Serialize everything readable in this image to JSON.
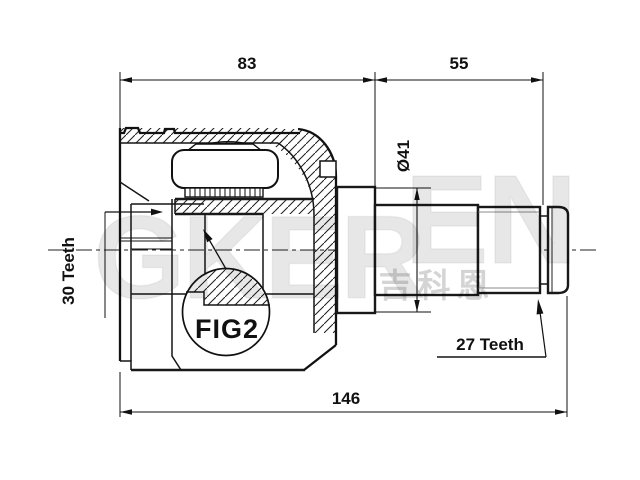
{
  "diagram": {
    "dimensions": {
      "housing_length": "83",
      "shaft_length": "55",
      "total_length": "146",
      "shaft_diameter": "Ø41"
    },
    "labels": {
      "inner_spline": "30 Teeth",
      "outer_spline": "27 Teeth",
      "detail_reference": "FIG2"
    },
    "watermark": {
      "latin_a": "GKER",
      "latin_b": "EN",
      "cjk": "吉科恩"
    },
    "colors": {
      "line": "#111111",
      "background": "#ffffff"
    }
  }
}
